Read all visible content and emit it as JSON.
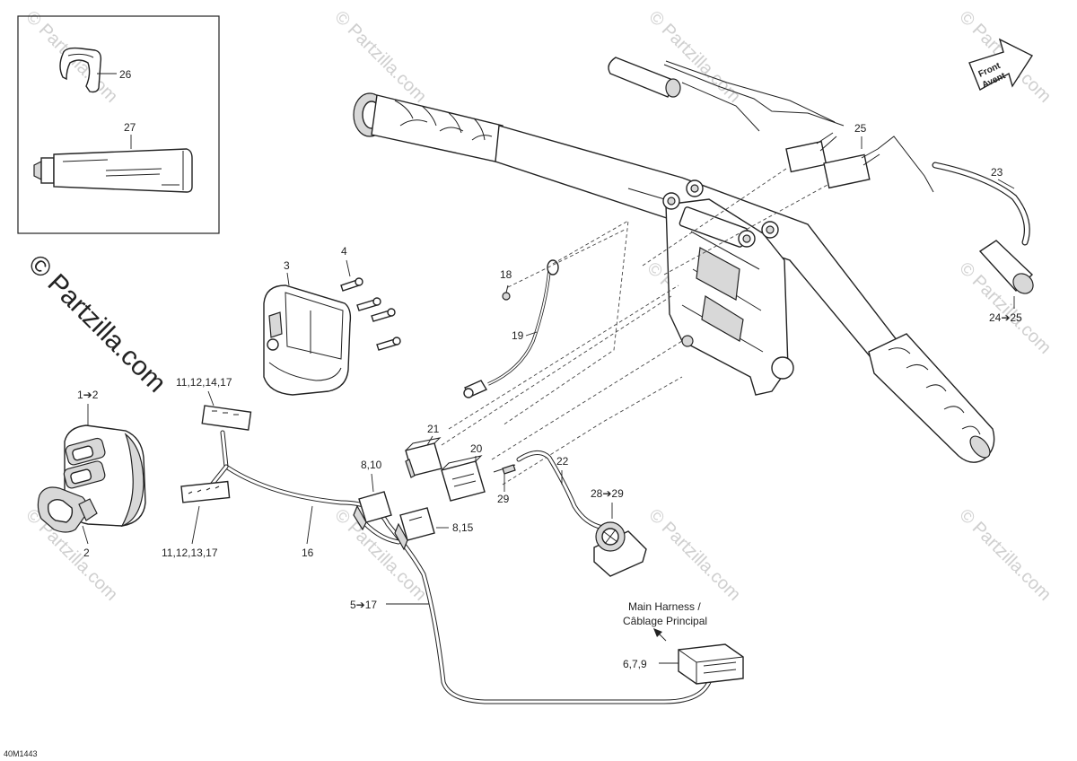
{
  "diagram": {
    "drawing_code": "40M1443",
    "watermark": "© Partzilla.com",
    "front_badge": {
      "line1": "Front",
      "line2": "Avent"
    },
    "main_harness": {
      "line1": "Main Harness /",
      "line2": "Câblage Principal"
    },
    "callouts": {
      "c26": "26",
      "c27": "27",
      "c3": "3",
      "c4": "4",
      "c18": "18",
      "c19": "19",
      "c25": "25",
      "c23": "23",
      "c24_25": "24➔25",
      "c1_2": "1➔2",
      "c2": "2",
      "c11_12_14_17": "11,12,14,17",
      "c11_12_13_17": "11,12,13,17",
      "c16": "16",
      "c8_10": "8,10",
      "c8_15": "8,15",
      "c21": "21",
      "c20": "20",
      "c29": "29",
      "c22": "22",
      "c28_29": "28➔29",
      "c5_17": "5➔17",
      "c6_7_9": "6,7,9"
    }
  }
}
